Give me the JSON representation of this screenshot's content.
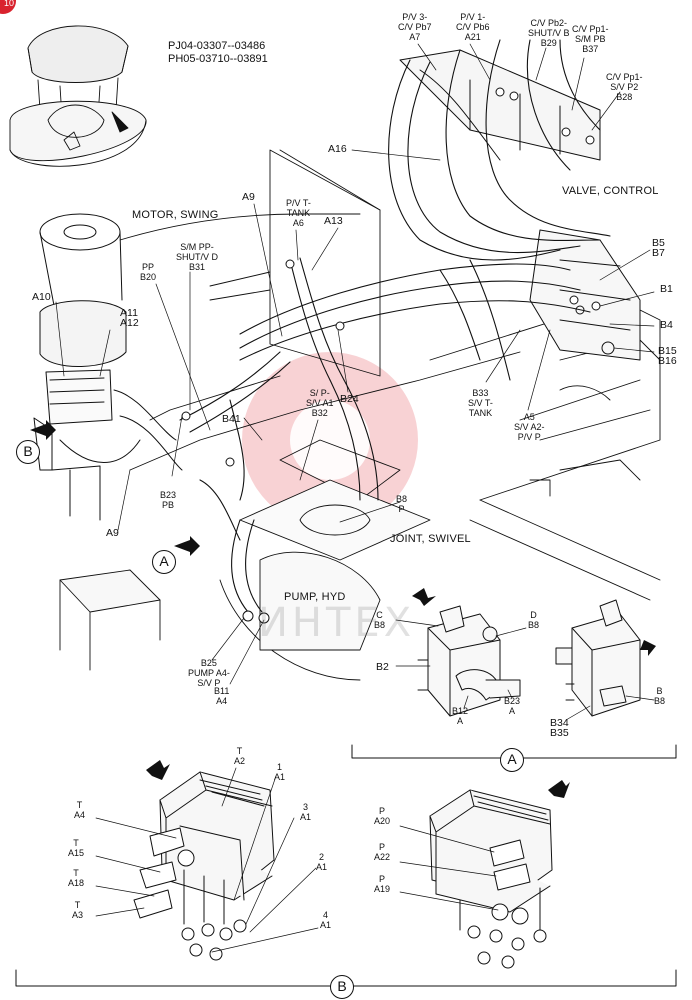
{
  "header": {
    "serial_line_1": "PJ04-03307--03486",
    "serial_line_2": "PH05-03710--03891",
    "page_badge": "10"
  },
  "section_titles": {
    "motor_swing": "MOTOR, SWING",
    "valve_control": "VALVE, CONTROL",
    "joint_swivel": "JOINT, SWIVEL",
    "pump_hyd": "PUMP, HYD"
  },
  "callouts": {
    "a7": {
      "code": "A7",
      "desc": [
        "P/V 3-",
        "C/V Pb7"
      ]
    },
    "a21": {
      "code": "A21",
      "desc": [
        "P/V 1-",
        "C/V Pb6"
      ]
    },
    "b29": {
      "code": "B29",
      "desc": [
        "C/V Pb2-",
        "SHUT/V B"
      ]
    },
    "b37": {
      "code": "B37",
      "desc": [
        "C/V Pp1-",
        "S/M PB"
      ]
    },
    "b28": {
      "code": "B28",
      "desc": [
        "C/V Pp1-",
        "S/V P2"
      ]
    },
    "a16": {
      "code": "A16"
    },
    "a9_top": {
      "code": "A9"
    },
    "a6": {
      "code": "A6",
      "desc": [
        "P/V T-",
        "TANK"
      ]
    },
    "a13": {
      "code": "A13"
    },
    "b31": {
      "code": "B31",
      "desc": [
        "S/M PP-",
        "SHUT/V D"
      ]
    },
    "b20": {
      "code": "B20",
      "desc": [
        "PP"
      ]
    },
    "a10": {
      "code": "A10"
    },
    "a11": {
      "code": "A11"
    },
    "a12": {
      "code": "A12"
    },
    "b5": {
      "code": "B5"
    },
    "b7": {
      "code": "B7"
    },
    "b1": {
      "code": "B1"
    },
    "b4": {
      "code": "B4"
    },
    "b15": {
      "code": "B15"
    },
    "b16": {
      "code": "B16"
    },
    "b24": {
      "code": "B24"
    },
    "b33": {
      "code": "B33",
      "desc": [
        "S/V T-",
        "TANK"
      ]
    },
    "a5": {
      "code": "A5",
      "desc": [
        "S/V A2-",
        "P/V P"
      ]
    },
    "b41": {
      "code": "B41"
    },
    "b32": {
      "code": "B32",
      "desc": [
        "S/ P-",
        "S/V A1"
      ]
    },
    "b23_main": {
      "code": "B23",
      "sub": "PB"
    },
    "a9_left": {
      "code": "A9"
    },
    "b8_main": {
      "code": "B8",
      "sub": "P"
    },
    "b25": {
      "code": "B25",
      "desc": [
        "PUMP A4-",
        "S/V P"
      ]
    },
    "b11": {
      "code": "B11",
      "sub": "A4"
    },
    "a_b8c": {
      "code": "B8",
      "port": "C"
    },
    "a_b8d": {
      "code": "B8",
      "port": "D"
    },
    "a_b2": {
      "code": "B2"
    },
    "a_b12": {
      "code": "B12",
      "sub": "A"
    },
    "a_b23": {
      "code": "B23",
      "sub": "A"
    },
    "a_b34": {
      "code": "B34"
    },
    "a_b35": {
      "code": "B35"
    },
    "a_b8b": {
      "code": "B8",
      "port": "B"
    },
    "b_a2": {
      "code": "A2",
      "port": "T"
    },
    "b_a1_1": {
      "code": "A1",
      "port": "1"
    },
    "b_a1_3": {
      "code": "A1",
      "port": "3"
    },
    "b_a1_2": {
      "code": "A1",
      "port": "2"
    },
    "b_a1_4": {
      "code": "A1",
      "port": "4"
    },
    "b_a4": {
      "code": "A4",
      "port": "T"
    },
    "b_a15": {
      "code": "A15",
      "port": "T"
    },
    "b_a18": {
      "code": "A18",
      "port": "T"
    },
    "b_a3": {
      "code": "A3",
      "port": "T"
    },
    "b_a20": {
      "code": "A20",
      "port": "P"
    },
    "b_a22": {
      "code": "A22",
      "port": "P"
    },
    "b_a19": {
      "code": "A19",
      "port": "P"
    }
  },
  "detail_markers": {
    "a_label": "A",
    "b_label": "B"
  },
  "watermark": "ИНТЕХ"
}
